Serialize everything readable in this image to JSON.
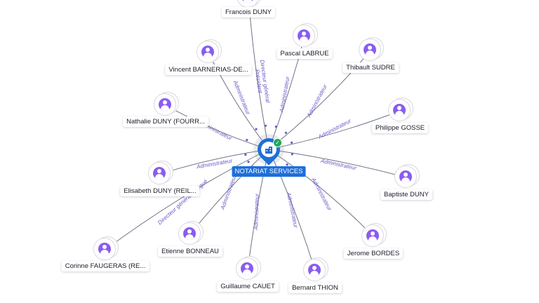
{
  "company": {
    "name": "NOTARIAT SERVICES",
    "icon": "building-icon",
    "verified_icon": "check-icon",
    "color": "#1e6fd9",
    "verified_color": "#20a65a"
  },
  "person_color": "#8a5cf0",
  "people": [
    {
      "key": "francois",
      "name": "Francois DUNY",
      "relation": [
        "Président",
        "Directeur général"
      ]
    },
    {
      "key": "pascal",
      "name": "Pascal LABRUE",
      "relation": [
        "Administrateur"
      ]
    },
    {
      "key": "thibault",
      "name": "Thibault SUDRE",
      "relation": [
        "Administrateur"
      ]
    },
    {
      "key": "vincent",
      "name": "Vincent BARNERIAS-DE...",
      "relation": [
        "Administrateur"
      ]
    },
    {
      "key": "philippe",
      "name": "Philippe GOSSE",
      "relation": [
        "Administrateur"
      ]
    },
    {
      "key": "nathalie",
      "name": "Nathalie DUNY (FOURR...",
      "relation": [
        "Administrateur"
      ]
    },
    {
      "key": "baptiste",
      "name": "Baptiste DUNY",
      "relation": [
        "Administrateur"
      ]
    },
    {
      "key": "elisabeth",
      "name": "Elisabeth DUNY (REIL...",
      "relation": [
        "Administrateur"
      ]
    },
    {
      "key": "corinne",
      "name": "Corinne FAUGERAS (RE...",
      "relation": [
        "Directeur général délégué"
      ]
    },
    {
      "key": "etienne",
      "name": "Etienne BONNEAU",
      "relation": [
        "Administrateur"
      ]
    },
    {
      "key": "jerome",
      "name": "Jerome BORDES",
      "relation": [
        "Administrateur"
      ]
    },
    {
      "key": "guillaume",
      "name": "Guillaume CAUET",
      "relation": [
        "Administrateur"
      ]
    },
    {
      "key": "bernard",
      "name": "Bernard THION",
      "relation": [
        "Administrateur"
      ]
    }
  ]
}
